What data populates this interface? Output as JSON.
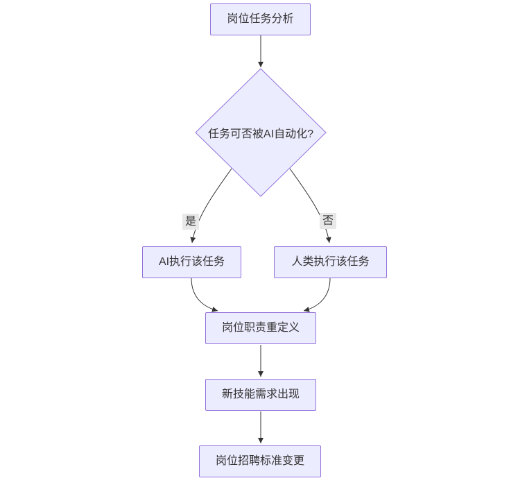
{
  "diagram": {
    "type": "flowchart",
    "direction": "top-down",
    "nodes": [
      {
        "id": "A",
        "label": "岗位任务分析",
        "shape": "rect"
      },
      {
        "id": "B",
        "label": "任务可否被AI自动化?",
        "shape": "diamond"
      },
      {
        "id": "C",
        "label": "AI执行该任务",
        "shape": "rect"
      },
      {
        "id": "D",
        "label": "人类执行该任务",
        "shape": "rect"
      },
      {
        "id": "E",
        "label": "岗位职责重定义",
        "shape": "rect"
      },
      {
        "id": "F",
        "label": "新技能需求出现",
        "shape": "rect"
      },
      {
        "id": "G",
        "label": "岗位招聘标准变更",
        "shape": "rect"
      }
    ],
    "edges": [
      {
        "from": "A",
        "to": "B",
        "label": ""
      },
      {
        "from": "B",
        "to": "C",
        "label": "是"
      },
      {
        "from": "B",
        "to": "D",
        "label": "否"
      },
      {
        "from": "C",
        "to": "E",
        "label": ""
      },
      {
        "from": "D",
        "to": "E",
        "label": ""
      },
      {
        "from": "E",
        "to": "F",
        "label": ""
      },
      {
        "from": "F",
        "to": "G",
        "label": ""
      }
    ],
    "colors": {
      "node_fill": "#ECECFF",
      "node_border": "#9370DB",
      "text": "#333333",
      "edge": "#333333",
      "edge_label_bg": "#E8E8E8",
      "background": "#FFFFFF"
    }
  }
}
